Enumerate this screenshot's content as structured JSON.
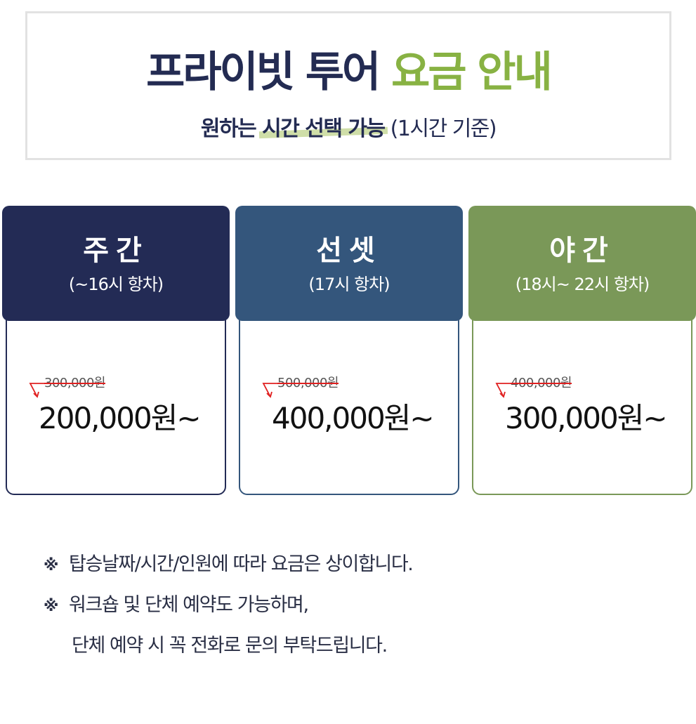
{
  "header": {
    "title_main": "프라이빗 투어 ",
    "title_accent": "요금 안내",
    "subtitle_bold": "원하는 ",
    "subtitle_highlight": "시간 선택 가능",
    "subtitle_normal": " (1시간 기준)"
  },
  "cards": [
    {
      "name": "주간",
      "time": "(~16시 항차)",
      "old_price": "300,000원",
      "new_price": "200,000원~",
      "color": "#232b55"
    },
    {
      "name": "선셋",
      "time": "(17시 항차)",
      "old_price": "500,000원",
      "new_price": "400,000원~",
      "color": "#34567c"
    },
    {
      "name": "야간",
      "time": "(18시~ 22시 항차)",
      "old_price": "400,000원",
      "new_price": "300,000원~",
      "color": "#7a9858"
    }
  ],
  "notes": {
    "mark": "※",
    "line1": "탑승날짜/시간/인원에 따라 요금은 상이합니다.",
    "line2": "워크숍 및 단체 예약도 가능하며,",
    "line3": "단체 예약 시 꼭 전화로 문의 부탁드립니다."
  }
}
